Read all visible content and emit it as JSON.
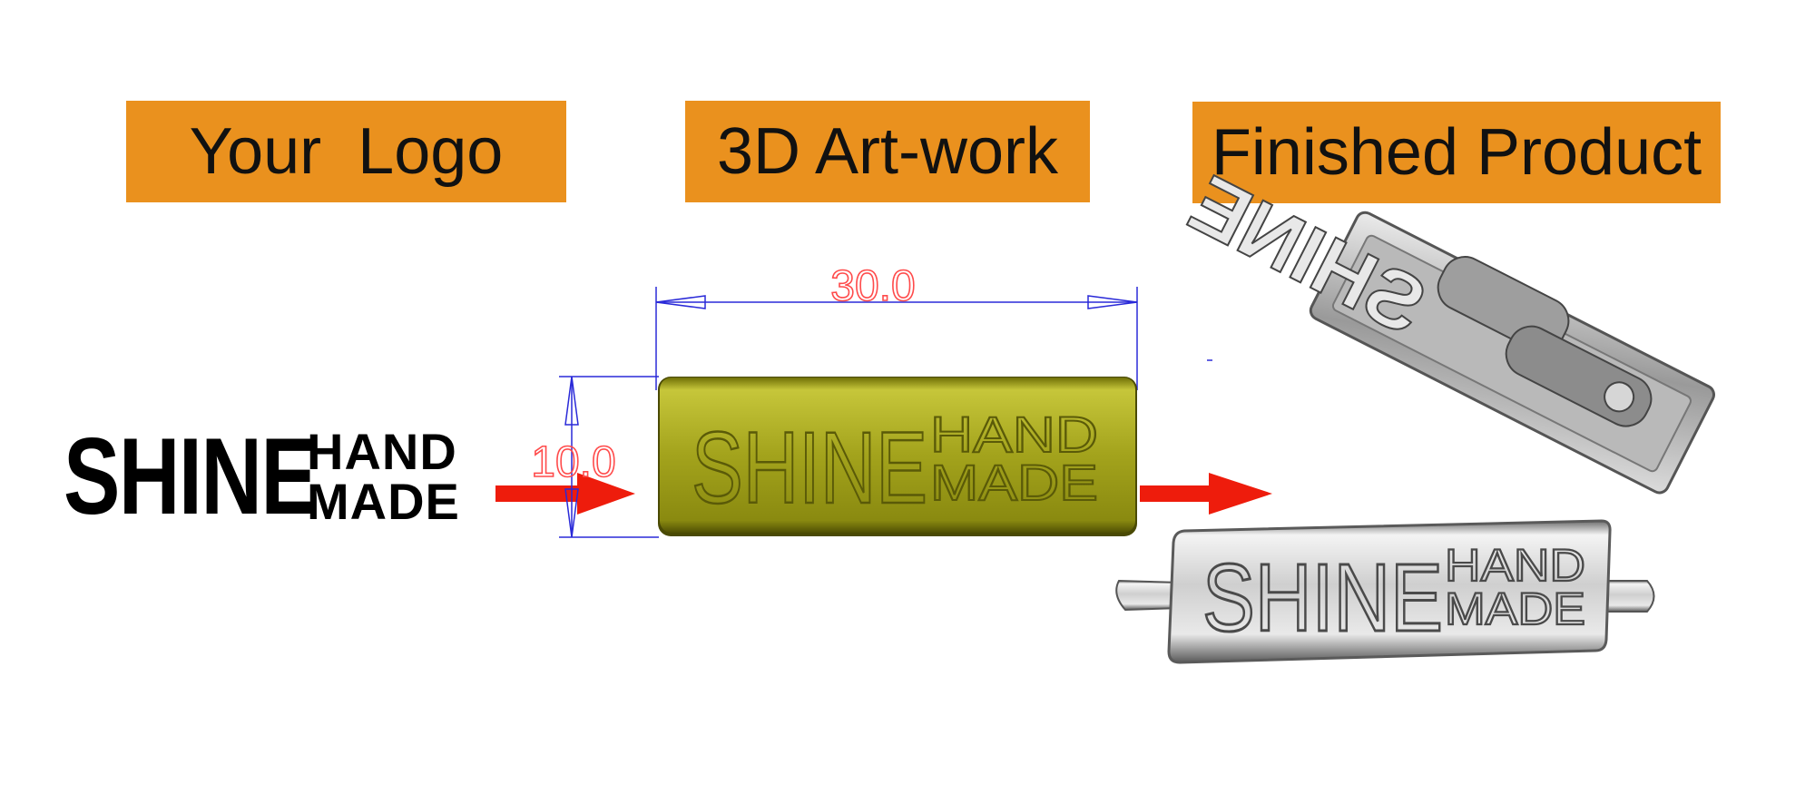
{
  "headers": {
    "your_logo": "Your  Logo",
    "art_work": "3D Art-work",
    "finished": "Finished Product"
  },
  "logo": {
    "main": "SHINE",
    "top": "HAND",
    "bottom": "MADE"
  },
  "dimensions": {
    "width": "30.0",
    "height": "10.0"
  },
  "colors": {
    "banner": "#ea911e",
    "arrow": "#ee1c0c",
    "dimension_line": "#2a2ad8",
    "dimension_text": "#ff4b4b",
    "artwork_metal": "#a8a81e",
    "silver": "#c9c9c9"
  }
}
